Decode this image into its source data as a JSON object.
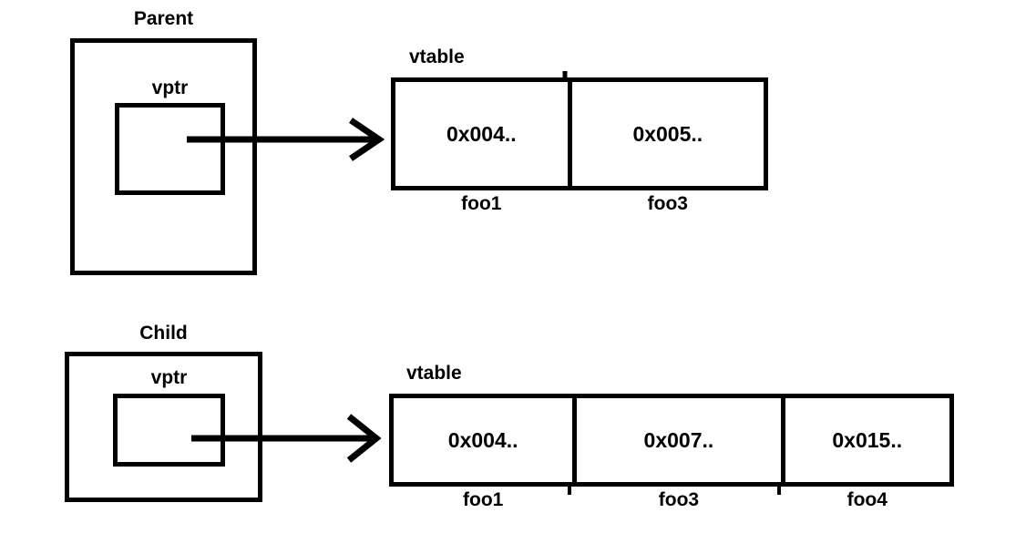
{
  "diagram": {
    "title": "",
    "stroke_color": "#000000",
    "background_color": "#ffffff",
    "rows": [
      {
        "object_label": "Parent",
        "vptr_label": "vptr",
        "vtable_label": "vtable",
        "entries": [
          {
            "address": "0x004..",
            "slot": "foo1"
          },
          {
            "address": "0x005..",
            "slot": "foo3"
          }
        ]
      },
      {
        "object_label": "Child",
        "vptr_label": "vptr",
        "vtable_label": "vtable",
        "entries": [
          {
            "address": "0x004..",
            "slot": "foo1"
          },
          {
            "address": "0x007..",
            "slot": "foo3"
          },
          {
            "address": "0x015..",
            "slot": "foo4"
          }
        ]
      }
    ]
  }
}
